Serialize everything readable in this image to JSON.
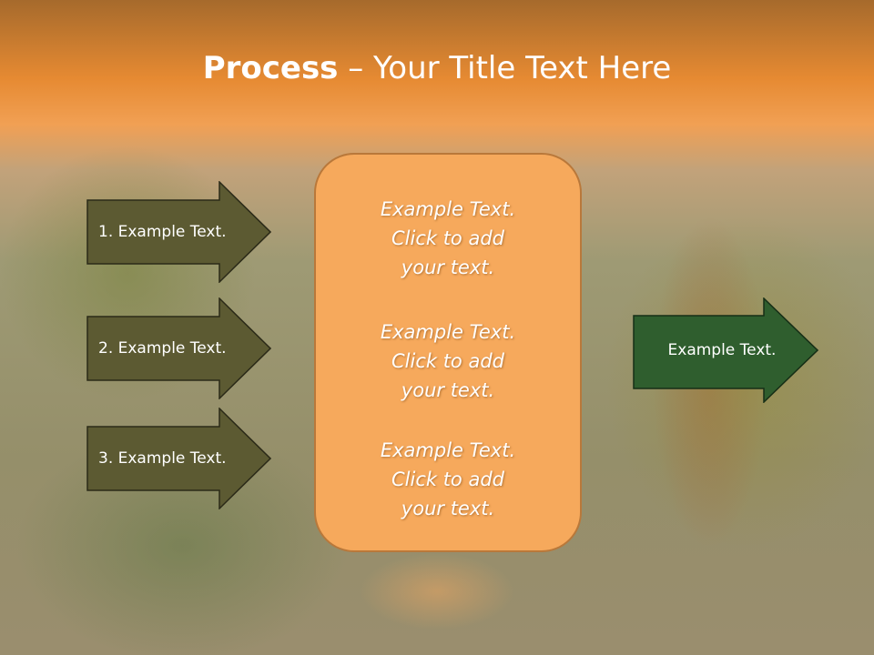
{
  "slide": {
    "title_bold": "Process",
    "title_rest": " – Your Title Text Here",
    "left_arrows": [
      {
        "label": "1. Example Text."
      },
      {
        "label": "2. Example Text."
      },
      {
        "label": "3. Example Text."
      }
    ],
    "center_box": {
      "paragraphs": [
        {
          "line1": "Example Text.",
          "line2": "Click  to add",
          "line3": "your text."
        },
        {
          "line1": "Example Text.",
          "line2": "Click  to add",
          "line3": "your text."
        },
        {
          "line1": "Example Text.",
          "line2": "Click  to add",
          "line3": "your text."
        }
      ]
    },
    "right_arrow": {
      "label": "Example Text."
    },
    "colors": {
      "left_arrow_fill": "#5c5a32",
      "right_arrow_fill": "#2f5e2e",
      "center_box_fill": "#f6a95c",
      "title_band": "#e68a32"
    }
  }
}
